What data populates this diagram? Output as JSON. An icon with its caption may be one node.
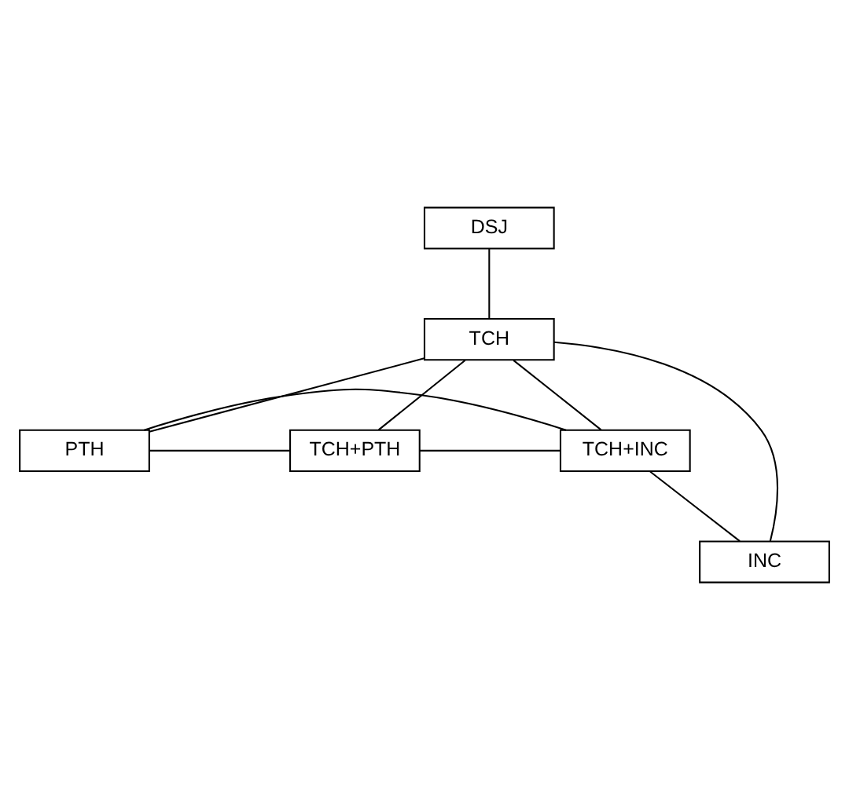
{
  "diagram": {
    "nodes": [
      {
        "text": [
          "DSJ"
        ]
      },
      {
        "text": [
          "TCH"
        ]
      },
      {
        "text": [
          "PTH"
        ]
      },
      {
        "text": [
          "TCH+PTH"
        ]
      },
      {
        "text": [
          "TCH+INC"
        ]
      },
      {
        "text": [
          "INC"
        ]
      }
    ],
    "edges": [
      {
        "from": 0,
        "to": 1,
        "arrow": "none"
      },
      {
        "from": 1,
        "to": 2,
        "arrow": "none"
      },
      {
        "from": 1,
        "to": 3,
        "arrow": "none"
      },
      {
        "from": 2,
        "to": 3,
        "arrow": "none"
      },
      {
        "from": 2,
        "to": 4,
        "arrow": "none"
      },
      {
        "from": 3,
        "to": 4,
        "arrow": "none"
      },
      {
        "from": 1,
        "to": 4,
        "arrow": "none"
      },
      {
        "from": 1,
        "to": 5,
        "arrow": "none"
      },
      {
        "from": 4,
        "to": 5,
        "arrow": "none"
      }
    ]
  }
}
